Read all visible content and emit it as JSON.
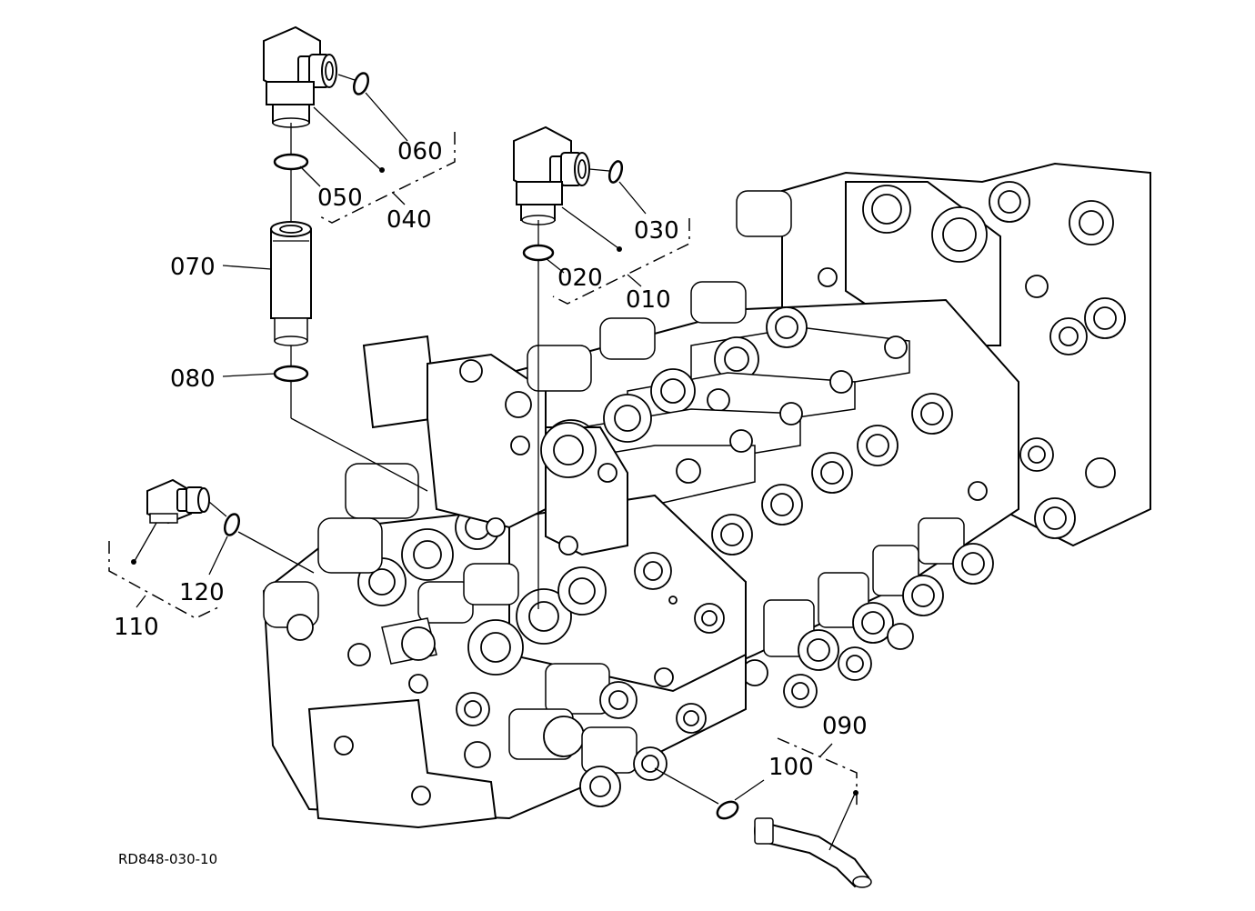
{
  "drawing_code": "RD848-030-10",
  "callouts": {
    "p010": "010",
    "p020": "020",
    "p030": "030",
    "p040": "040",
    "p050": "050",
    "p060": "060",
    "p070": "070",
    "p080": "080",
    "p090": "090",
    "p100": "100",
    "p110": "110",
    "p120": "120"
  }
}
